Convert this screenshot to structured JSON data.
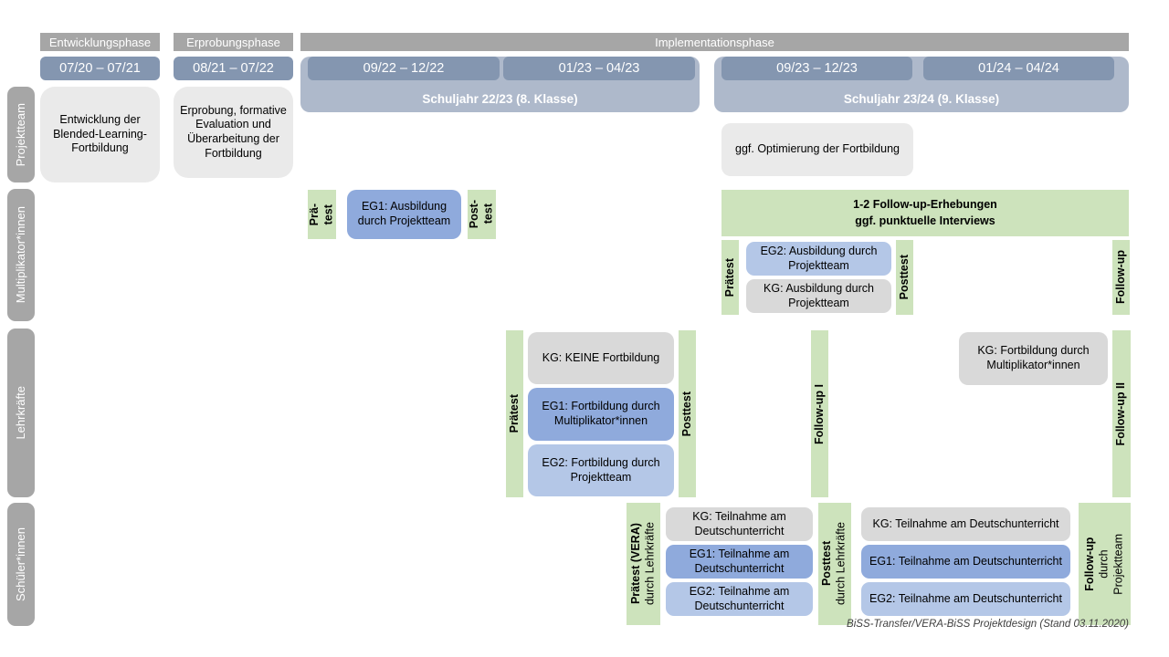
{
  "colors": {
    "phaseGray": "#a6a6a6",
    "rowGray": "#a6a6a6",
    "dateBlue": "#8496b0",
    "bandBlue": "#aeb9cb",
    "boxLight": "#eaeaea",
    "kgGray": "#d9d9d9",
    "eg1Blue": "#8faadc",
    "eg2Blue": "#b4c7e7",
    "green": "#cde3bc"
  },
  "phases": {
    "entwicklung": "Entwicklungsphase",
    "erprobung": "Erprobungsphase",
    "implementation": "Implementationsphase"
  },
  "dates": {
    "d1": "07/20 – 07/21",
    "d2": "08/21 – 07/22",
    "d3": "09/22 – 12/22",
    "d4": "01/23 – 04/23",
    "d5": "09/23 – 12/23",
    "d6": "01/24 – 04/24"
  },
  "school_years": {
    "sy1": "Schuljahr 22/23 (8. Klasse)",
    "sy2": "Schuljahr 23/24 (9. Klasse)"
  },
  "row_labels": {
    "r1": "Projektteam",
    "r2": "Multiplikator*innen",
    "r3": "Lehrkräfte",
    "r4": "Schüler*innen"
  },
  "projektteam": {
    "entwicklung": "Entwicklung der Blended-Learning-Fortbildung",
    "erprobung": "Erprobung, formative Evaluation und Überarbeitung der Fortbildung",
    "optimierung": "ggf. Optimierung der Fortbildung"
  },
  "multiplikatoren": {
    "pra_l1": "Prä-",
    "pra_l2": "test",
    "eg1": "EG1: Ausbildung durch Projektteam",
    "post_l1": "Post-",
    "post_l2": "test",
    "followup_bar_l1": "1-2 Follow-up-Erhebungen",
    "followup_bar_l2": "ggf. punktuelle Interviews",
    "praetest": "Prätest",
    "eg2": "EG2: Ausbildung durch Projektteam",
    "kg": "KG: Ausbildung durch Projektteam",
    "posttest": "Posttest",
    "followup": "Follow-up"
  },
  "lehrkraefte": {
    "praetest": "Prätest",
    "kg": "KG: KEINE Fortbildung",
    "eg1": "EG1: Fortbildung durch Multiplikator*innen",
    "eg2": "EG2: Fortbildung durch Projektteam",
    "posttest": "Posttest",
    "followup1": "Follow-up I",
    "kg2": "KG: Fortbildung durch Multiplikator*innen",
    "followup2": "Follow-up II"
  },
  "schueler": {
    "praetest_bold": "Prätest (VERA)",
    "praetest_sub": "durch Lehrkräfte",
    "kg": "KG: Teilnahme am Deutschunterricht",
    "eg1": "EG1: Teilnahme am Deutschunterricht",
    "eg2": "EG2: Teilnahme am Deutschunterricht",
    "posttest_bold": "Posttest",
    "posttest_sub": "durch Lehrkräfte",
    "followup_bold": "Follow-up",
    "followup_sub1": "durch",
    "followup_sub2": "Projektteam"
  },
  "caption": "BiSS-Transfer/VERA-BiSS Projektdesign (Stand 03.11.2020)"
}
